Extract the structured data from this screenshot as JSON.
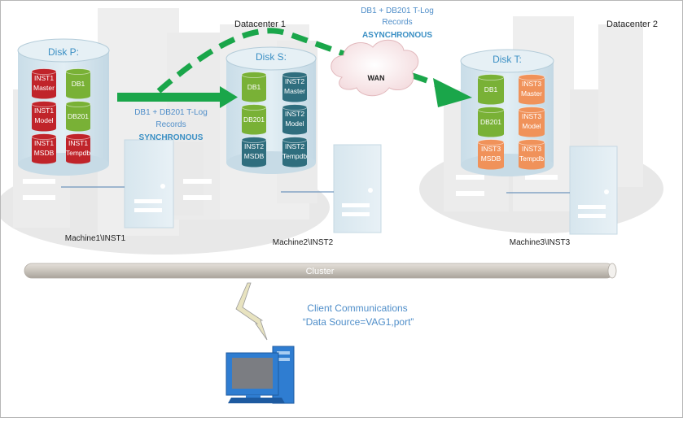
{
  "datacenters": {
    "dc1_label": "Datacenter 1",
    "dc2_label": "Datacenter 2"
  },
  "disks": {
    "p": {
      "label": "Disk P:",
      "dbs": [
        {
          "top": "INST1",
          "bottom": "Master",
          "color": "#c0242a"
        },
        {
          "top": "DB1",
          "bottom": "",
          "color": "#79b136"
        },
        {
          "top": "INST1",
          "bottom": "Model",
          "color": "#c0242a"
        },
        {
          "top": "DB201",
          "bottom": "",
          "color": "#79b136"
        },
        {
          "top": "INST1",
          "bottom": "MSDB",
          "color": "#c0242a"
        },
        {
          "top": "INST1",
          "bottom": "Tempdb",
          "color": "#c0242a"
        }
      ]
    },
    "s": {
      "label": "Disk S:",
      "dbs": [
        {
          "top": "DB1",
          "bottom": "",
          "color": "#79b136"
        },
        {
          "top": "INST2",
          "bottom": "Master",
          "color": "#2f6e7e"
        },
        {
          "top": "DB201",
          "bottom": "",
          "color": "#79b136"
        },
        {
          "top": "INST2",
          "bottom": "Model",
          "color": "#2f6e7e"
        },
        {
          "top": "INST2",
          "bottom": "MSDB",
          "color": "#2f6e7e"
        },
        {
          "top": "INST2",
          "bottom": "Tempdb",
          "color": "#2f6e7e"
        }
      ]
    },
    "t": {
      "label": "Disk T:",
      "dbs": [
        {
          "top": "DB1",
          "bottom": "",
          "color": "#79b136"
        },
        {
          "top": "INST3",
          "bottom": "Master",
          "color": "#f0925a"
        },
        {
          "top": "DB201",
          "bottom": "",
          "color": "#79b136"
        },
        {
          "top": "INST3",
          "bottom": "Model",
          "color": "#f0925a"
        },
        {
          "top": "INST3",
          "bottom": "MSDB",
          "color": "#f0925a"
        },
        {
          "top": "INST3",
          "bottom": "Tempdb",
          "color": "#f0925a"
        }
      ]
    }
  },
  "machines": {
    "m1": "Machine1\\INST1",
    "m2": "Machine2\\INST2",
    "m3": "Machine3\\INST3"
  },
  "sync": {
    "line1": "DB1 + DB201 T-Log",
    "line2": "Records",
    "mode": "SYNCHRONOUS"
  },
  "async": {
    "line1": "DB1 + DB201 T-Log",
    "line2": "Records",
    "mode": "ASYNCHRONOUS"
  },
  "wan_label": "WAN",
  "cluster_label": "Cluster",
  "client": {
    "line1": "Client Communications",
    "line2": "“Data Source=VAG1,port”"
  },
  "colors": {
    "green_arrow": "#1aa64a",
    "label_blue": "#4f8ec9",
    "disk_fill": "#d6e6ef",
    "disk_edge": "#9fbfce"
  }
}
